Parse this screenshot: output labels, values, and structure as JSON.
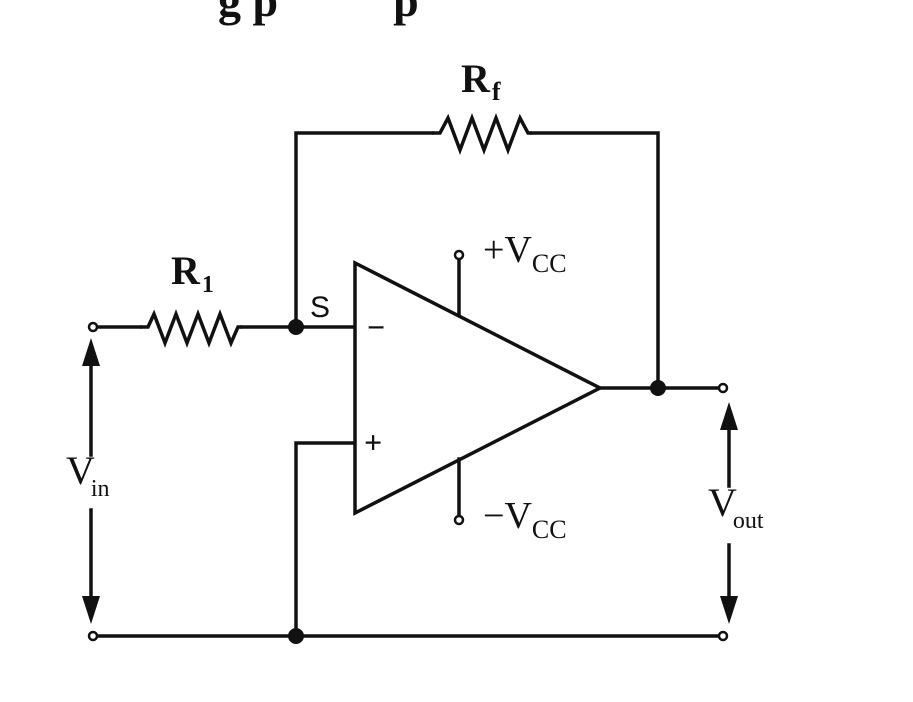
{
  "header": {
    "title_fragment": "g p          p"
  },
  "components": {
    "feedback_resistor": {
      "letter": "R",
      "subscript": "f"
    },
    "input_resistor": {
      "letter": "R",
      "subscript": "1"
    },
    "summing_node": {
      "label": "S"
    },
    "opamp": {
      "inverting_sign": "−",
      "noninverting_sign": "+"
    },
    "pos_supply": {
      "sign": "+",
      "letter": "V",
      "subscript": "CC"
    },
    "neg_supply": {
      "sign": "−",
      "letter": "V",
      "subscript": "CC"
    },
    "vin": {
      "letter": "V",
      "subscript": "in"
    },
    "vout": {
      "letter": "V",
      "subscript": "out"
    }
  }
}
